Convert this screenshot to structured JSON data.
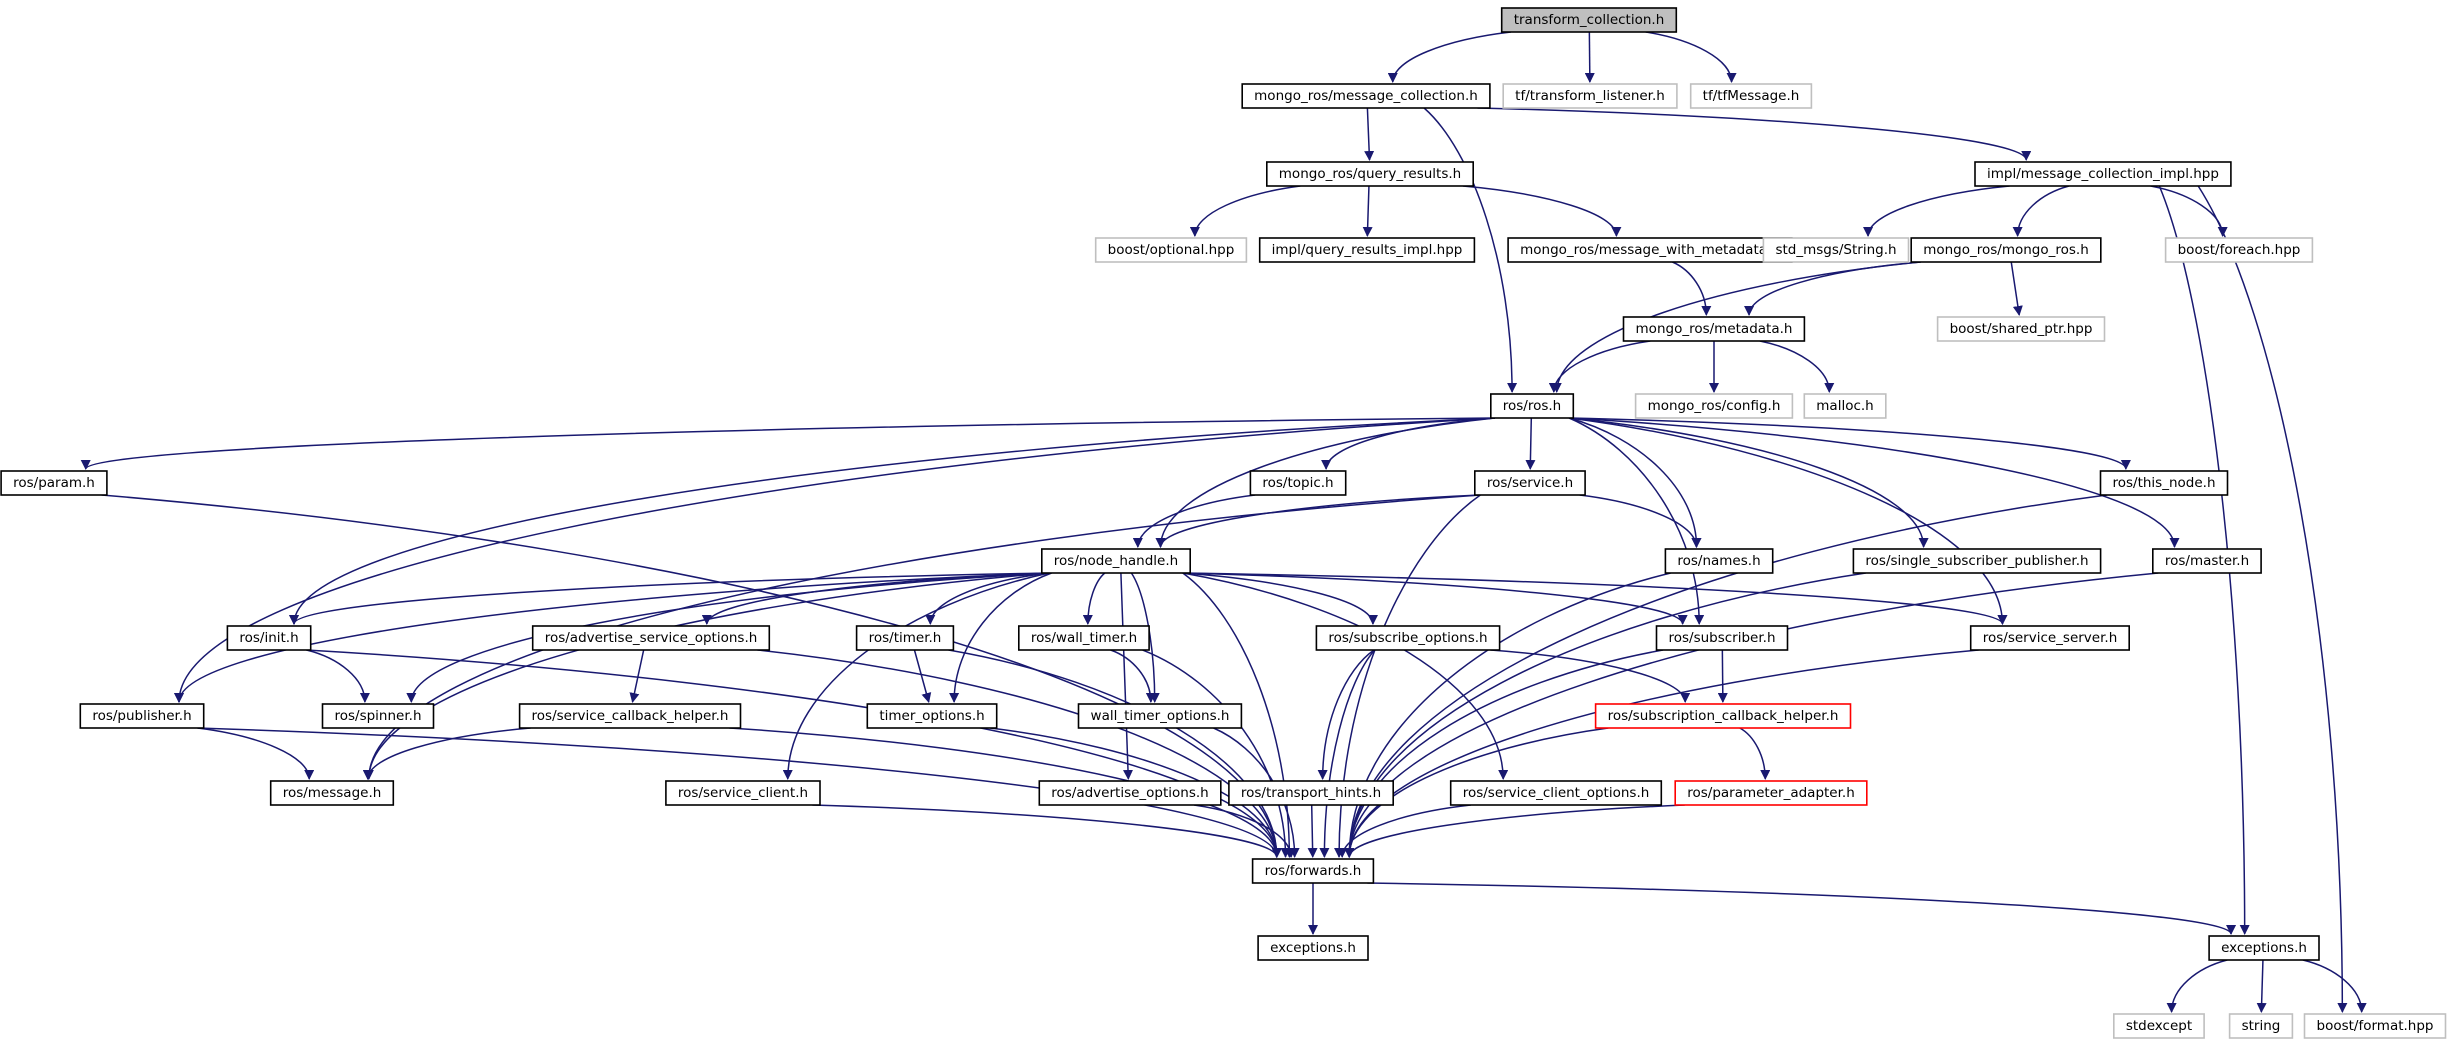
{
  "colors": {
    "edge": "#191970",
    "box_normal": "#000000",
    "box_missing": "#bfbfbf",
    "box_truncated": "#ff0000",
    "fill_root": "#bfbfbf",
    "fill_normal": "#ffffff"
  },
  "nodes": [
    {
      "id": "root",
      "label": "transform_collection.h",
      "kind": "root"
    },
    {
      "id": "msgcol",
      "label": "mongo_ros/message_collection.h",
      "kind": "normal"
    },
    {
      "id": "tflisten",
      "label": "tf/transform_listener.h",
      "kind": "missing"
    },
    {
      "id": "tfmsg",
      "label": "tf/tfMessage.h",
      "kind": "missing"
    },
    {
      "id": "queryres",
      "label": "mongo_ros/query_results.h",
      "kind": "normal"
    },
    {
      "id": "msgcolimpl",
      "label": "impl/message_collection_impl.hpp",
      "kind": "normal"
    },
    {
      "id": "boostopt",
      "label": "boost/optional.hpp",
      "kind": "missing"
    },
    {
      "id": "queryimpl",
      "label": "impl/query_results_impl.hpp",
      "kind": "normal"
    },
    {
      "id": "msgmeta",
      "label": "mongo_ros/message_with_metadata.h",
      "kind": "normal"
    },
    {
      "id": "stdstring",
      "label": "std_msgs/String.h",
      "kind": "missing"
    },
    {
      "id": "mongoros",
      "label": "mongo_ros/mongo_ros.h",
      "kind": "normal"
    },
    {
      "id": "boostforeach",
      "label": "boost/foreach.hpp",
      "kind": "missing"
    },
    {
      "id": "metadata",
      "label": "mongo_ros/metadata.h",
      "kind": "normal"
    },
    {
      "id": "sharedptr",
      "label": "boost/shared_ptr.hpp",
      "kind": "missing"
    },
    {
      "id": "rosros",
      "label": "ros/ros.h",
      "kind": "normal"
    },
    {
      "id": "config",
      "label": "mongo_ros/config.h",
      "kind": "missing"
    },
    {
      "id": "malloc",
      "label": "malloc.h",
      "kind": "missing"
    },
    {
      "id": "param",
      "label": "ros/param.h",
      "kind": "normal"
    },
    {
      "id": "topic",
      "label": "ros/topic.h",
      "kind": "normal"
    },
    {
      "id": "service",
      "label": "ros/service.h",
      "kind": "normal"
    },
    {
      "id": "thisnode",
      "label": "ros/this_node.h",
      "kind": "normal"
    },
    {
      "id": "nodehandle",
      "label": "ros/node_handle.h",
      "kind": "normal"
    },
    {
      "id": "names",
      "label": "ros/names.h",
      "kind": "normal"
    },
    {
      "id": "singlesub",
      "label": "ros/single_subscriber_publisher.h",
      "kind": "normal"
    },
    {
      "id": "master",
      "label": "ros/master.h",
      "kind": "normal"
    },
    {
      "id": "init",
      "label": "ros/init.h",
      "kind": "normal"
    },
    {
      "id": "advsvcopt",
      "label": "ros/advertise_service_options.h",
      "kind": "normal"
    },
    {
      "id": "timer",
      "label": "ros/timer.h",
      "kind": "normal"
    },
    {
      "id": "walltimer",
      "label": "ros/wall_timer.h",
      "kind": "normal"
    },
    {
      "id": "subopt",
      "label": "ros/subscribe_options.h",
      "kind": "normal"
    },
    {
      "id": "subscriber",
      "label": "ros/subscriber.h",
      "kind": "normal"
    },
    {
      "id": "svcserver",
      "label": "ros/service_server.h",
      "kind": "normal"
    },
    {
      "id": "publisher",
      "label": "ros/publisher.h",
      "kind": "normal"
    },
    {
      "id": "spinner",
      "label": "ros/spinner.h",
      "kind": "normal"
    },
    {
      "id": "svccbhelper",
      "label": "ros/service_callback_helper.h",
      "kind": "normal"
    },
    {
      "id": "timeropt",
      "label": "timer_options.h",
      "kind": "normal"
    },
    {
      "id": "walltimeropt",
      "label": "wall_timer_options.h",
      "kind": "normal"
    },
    {
      "id": "subcbhelper",
      "label": "ros/subscription_callback_helper.h",
      "kind": "truncated"
    },
    {
      "id": "message",
      "label": "ros/message.h",
      "kind": "normal"
    },
    {
      "id": "svcclient",
      "label": "ros/service_client.h",
      "kind": "normal"
    },
    {
      "id": "advopt",
      "label": "ros/advertise_options.h",
      "kind": "normal"
    },
    {
      "id": "transhints",
      "label": "ros/transport_hints.h",
      "kind": "normal"
    },
    {
      "id": "svcclientopt",
      "label": "ros/service_client_options.h",
      "kind": "normal"
    },
    {
      "id": "paramadapter",
      "label": "ros/parameter_adapter.h",
      "kind": "truncated"
    },
    {
      "id": "forwards",
      "label": "ros/forwards.h",
      "kind": "normal"
    },
    {
      "id": "exceptions1",
      "label": "exceptions.h",
      "kind": "normal"
    },
    {
      "id": "exceptions2",
      "label": "exceptions.h",
      "kind": "normal"
    },
    {
      "id": "stdexcept",
      "label": "stdexcept",
      "kind": "missing"
    },
    {
      "id": "string",
      "label": "string",
      "kind": "missing"
    },
    {
      "id": "boostformat",
      "label": "boost/format.hpp",
      "kind": "missing"
    }
  ],
  "edges": [
    [
      "root",
      "msgcol"
    ],
    [
      "root",
      "tflisten"
    ],
    [
      "root",
      "tfmsg"
    ],
    [
      "msgcol",
      "queryres"
    ],
    [
      "msgcol",
      "msgcolimpl"
    ],
    [
      "msgcol",
      "rosros"
    ],
    [
      "queryres",
      "boostopt"
    ],
    [
      "queryres",
      "queryimpl"
    ],
    [
      "queryres",
      "msgmeta"
    ],
    [
      "msgmeta",
      "metadata"
    ],
    [
      "msgcolimpl",
      "stdstring"
    ],
    [
      "msgcolimpl",
      "mongoros"
    ],
    [
      "msgcolimpl",
      "boostforeach"
    ],
    [
      "msgcolimpl",
      "exceptions2"
    ],
    [
      "msgcolimpl",
      "boostformat"
    ],
    [
      "mongoros",
      "metadata"
    ],
    [
      "mongoros",
      "sharedptr"
    ],
    [
      "mongoros",
      "rosros"
    ],
    [
      "metadata",
      "rosros"
    ],
    [
      "metadata",
      "config"
    ],
    [
      "metadata",
      "malloc"
    ],
    [
      "rosros",
      "param"
    ],
    [
      "rosros",
      "topic"
    ],
    [
      "rosros",
      "service"
    ],
    [
      "rosros",
      "thisnode"
    ],
    [
      "rosros",
      "nodehandle"
    ],
    [
      "rosros",
      "names"
    ],
    [
      "rosros",
      "singlesub"
    ],
    [
      "rosros",
      "master"
    ],
    [
      "rosros",
      "init"
    ],
    [
      "rosros",
      "subscriber"
    ],
    [
      "rosros",
      "svcserver"
    ],
    [
      "rosros",
      "publisher"
    ],
    [
      "param",
      "forwards"
    ],
    [
      "topic",
      "nodehandle"
    ],
    [
      "service",
      "nodehandle"
    ],
    [
      "service",
      "names"
    ],
    [
      "service",
      "message"
    ],
    [
      "service",
      "forwards"
    ],
    [
      "thisnode",
      "forwards"
    ],
    [
      "names",
      "forwards"
    ],
    [
      "singlesub",
      "forwards"
    ],
    [
      "master",
      "forwards"
    ],
    [
      "nodehandle",
      "init"
    ],
    [
      "nodehandle",
      "advsvcopt"
    ],
    [
      "nodehandle",
      "timer"
    ],
    [
      "nodehandle",
      "walltimer"
    ],
    [
      "nodehandle",
      "subopt"
    ],
    [
      "nodehandle",
      "subscriber"
    ],
    [
      "nodehandle",
      "svcserver"
    ],
    [
      "nodehandle",
      "publisher"
    ],
    [
      "nodehandle",
      "spinner"
    ],
    [
      "nodehandle",
      "timeropt"
    ],
    [
      "nodehandle",
      "walltimeropt"
    ],
    [
      "nodehandle",
      "message"
    ],
    [
      "nodehandle",
      "svcclient"
    ],
    [
      "nodehandle",
      "advopt"
    ],
    [
      "nodehandle",
      "svcclientopt"
    ],
    [
      "nodehandle",
      "forwards"
    ],
    [
      "init",
      "spinner"
    ],
    [
      "init",
      "forwards"
    ],
    [
      "advsvcopt",
      "svccbhelper"
    ],
    [
      "advsvcopt",
      "forwards"
    ],
    [
      "svccbhelper",
      "message"
    ],
    [
      "svccbhelper",
      "forwards"
    ],
    [
      "timer",
      "timeropt"
    ],
    [
      "timer",
      "forwards"
    ],
    [
      "timeropt",
      "forwards"
    ],
    [
      "walltimer",
      "walltimeropt"
    ],
    [
      "walltimer",
      "forwards"
    ],
    [
      "walltimeropt",
      "forwards"
    ],
    [
      "subopt",
      "subcbhelper"
    ],
    [
      "subopt",
      "transhints"
    ],
    [
      "subopt",
      "forwards"
    ],
    [
      "subscriber",
      "subcbhelper"
    ],
    [
      "subscriber",
      "forwards"
    ],
    [
      "subcbhelper",
      "paramadapter"
    ],
    [
      "subcbhelper",
      "forwards"
    ],
    [
      "paramadapter",
      "forwards"
    ],
    [
      "svcserver",
      "forwards"
    ],
    [
      "publisher",
      "message"
    ],
    [
      "publisher",
      "forwards"
    ],
    [
      "svcclient",
      "forwards"
    ],
    [
      "advopt",
      "forwards"
    ],
    [
      "transhints",
      "forwards"
    ],
    [
      "svcclientopt",
      "forwards"
    ],
    [
      "forwards",
      "exceptions1"
    ],
    [
      "forwards",
      "exceptions2"
    ],
    [
      "exceptions2",
      "stdexcept"
    ],
    [
      "exceptions2",
      "string"
    ],
    [
      "exceptions2",
      "boostformat"
    ]
  ]
}
